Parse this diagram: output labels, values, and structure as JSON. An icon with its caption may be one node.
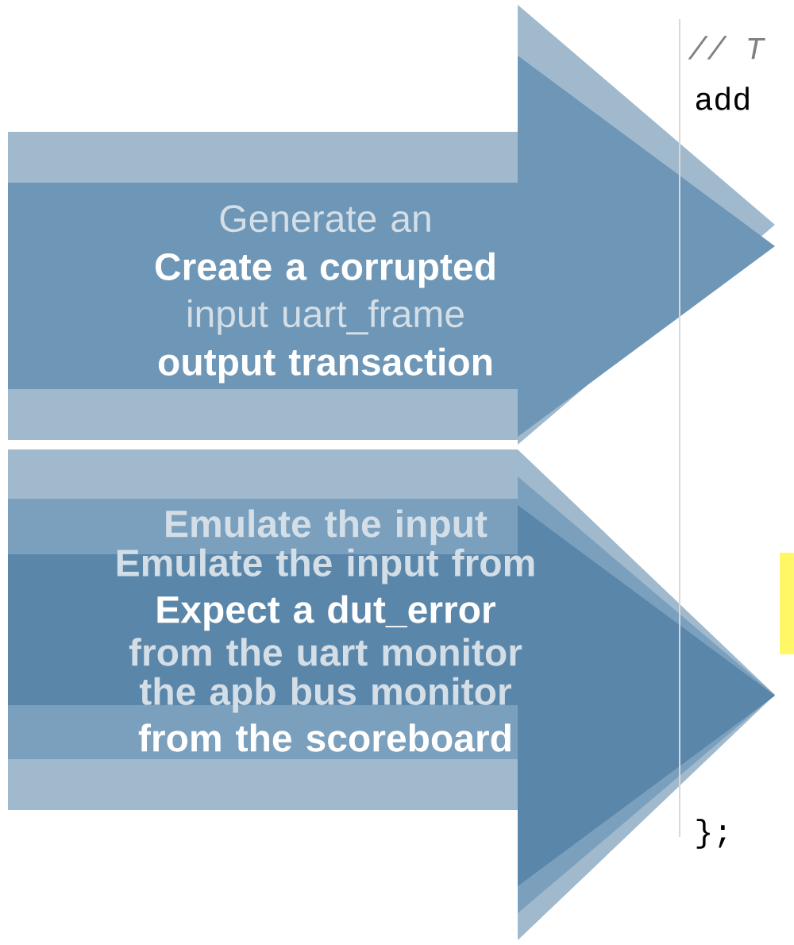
{
  "diagram": {
    "nodes": [
      {
        "text": [
          "Generate an input uart_frame",
          "Create a corrupted output transaction"
        ]
      },
      {
        "text": [
          "Emulate the input from the uart monitor",
          "Emulate the input from the apb bus monitor",
          "Expect a dut_error from the scoreboard"
        ]
      }
    ],
    "labels": [
      "// T",
      "add",
      "};"
    ]
  }
}
